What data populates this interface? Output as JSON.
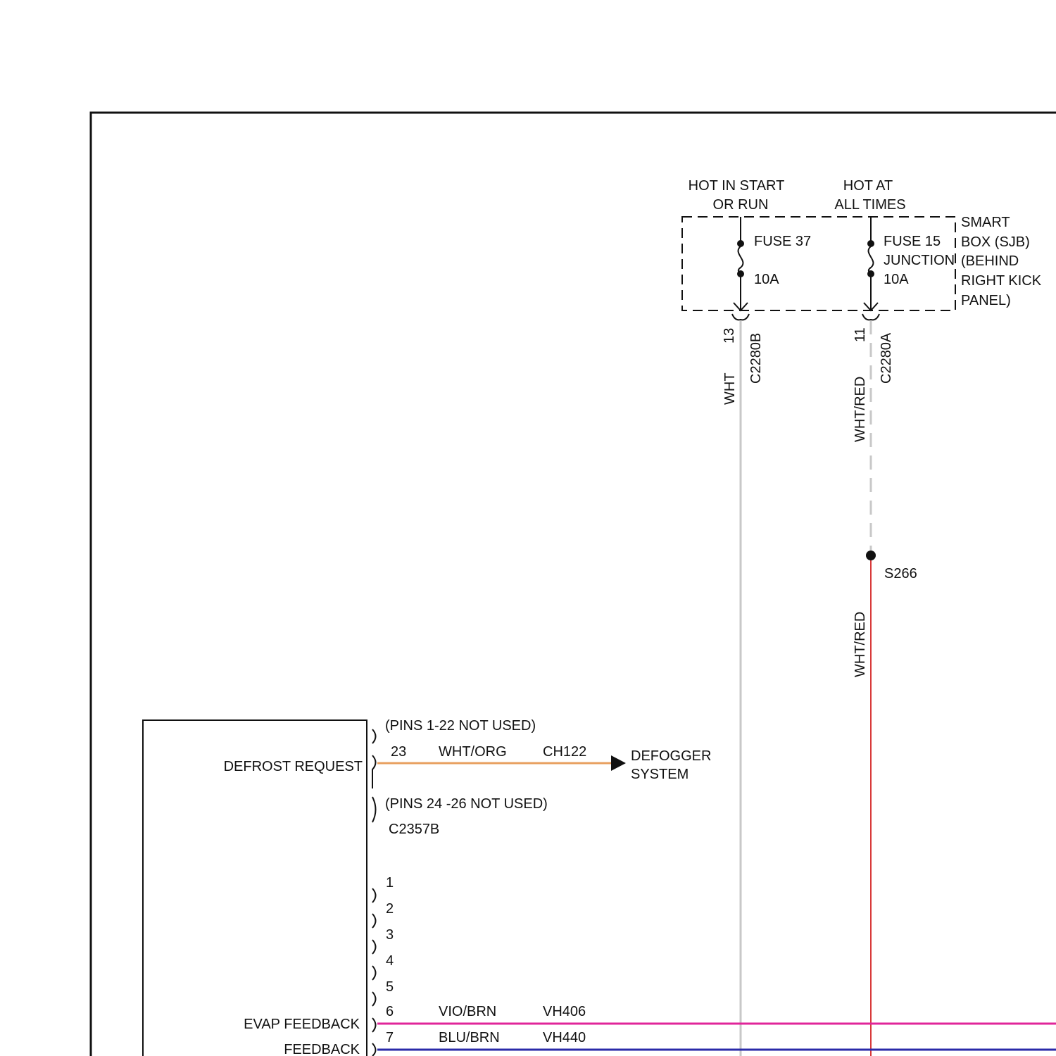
{
  "colors": {
    "border": "#111111",
    "wht": "#c8c8c8",
    "wht_red": "#d83a3a",
    "wht_org": "#e8a060",
    "vio_brn": "#e0259a",
    "blu_brn": "#2a2aa8",
    "black": "#111111"
  },
  "power": {
    "hot_start_run_line1": "HOT IN START",
    "hot_start_run_line2": "OR RUN",
    "hot_all_times_line1": "HOT AT",
    "hot_all_times_line2": "ALL TIMES"
  },
  "sjb": {
    "line1": "SMART",
    "line2": "BOX (SJB)",
    "line3": "(BEHIND",
    "line4": "RIGHT KICK",
    "line5": "PANEL)",
    "junction": "JUNCTION"
  },
  "fuses": [
    {
      "name": "FUSE 37",
      "rating": "10A"
    },
    {
      "name": "FUSE 15",
      "rating": "10A"
    }
  ],
  "connectors": {
    "c2280b": {
      "pin": "13",
      "name": "C2280B"
    },
    "c2280a": {
      "pin": "11",
      "name": "C2280A"
    },
    "c2357b": "C2357B"
  },
  "wires": {
    "wht": "WHT",
    "wht_red_upper": "WHT/RED",
    "wht_red_lower": "WHT/RED"
  },
  "splice": "S266",
  "module": {
    "defrost_request": "DEFROST REQUEST",
    "evap_feedback": "EVAP FEEDBACK",
    "feedback": "FEEDBACK"
  },
  "pins_note_1": "(PINS 1-22 NOT USED)",
  "pins_note_2": "(PINS 24 -26 NOT USED)",
  "circuits": [
    {
      "pin": "23",
      "color": "WHT/ORG",
      "circuit": "CH122"
    },
    {
      "pin": "6",
      "color": "VIO/BRN",
      "circuit": "VH406"
    },
    {
      "pin": "7",
      "color": "BLU/BRN",
      "circuit": "VH440"
    }
  ],
  "defogger": {
    "line1": "DEFOGGER",
    "line2": "SYSTEM"
  },
  "pin_numbers": [
    "1",
    "2",
    "3",
    "4",
    "5"
  ]
}
